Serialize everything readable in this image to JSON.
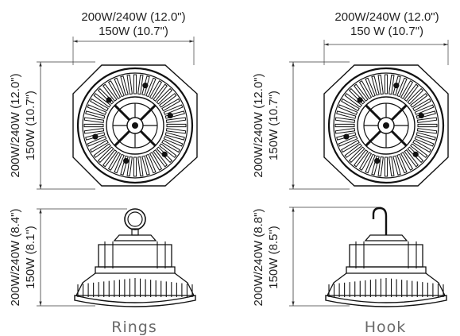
{
  "figures": [
    {
      "id": "rings",
      "top_width_label_large": "200W/240W (12.0\")",
      "top_width_label_small": "150W (10.7\")",
      "top_height_label_large": "200W/240W (12.0\")",
      "top_height_label_small": "150W (10.7\")",
      "side_height_label_large": "200W/240W (8.4\")",
      "side_height_label_small": "150W (8.1\")",
      "caption": "Rings"
    },
    {
      "id": "hook",
      "top_width_label_large": "200W/240W (12.0\")",
      "top_width_label_small": "150 W (10.7\")",
      "top_height_label_large": "200W/240W (12.0\")",
      "top_height_label_small": "150W (10.7\")",
      "side_height_label_large": "200W/240W (8.8\")",
      "side_height_label_small": "150W (8.5\")",
      "caption": "Hook"
    }
  ]
}
